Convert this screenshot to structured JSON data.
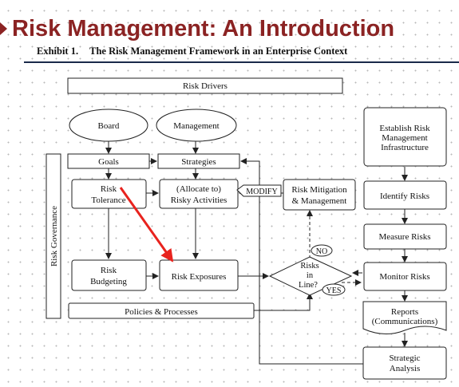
{
  "title": "Risk Management: An Introduction",
  "exhibit": {
    "label": "Exhibit 1.",
    "caption": "The Risk Management Framework in an Enterprise Context"
  },
  "nodes": {
    "risk_drivers": "Risk Drivers",
    "board": "Board",
    "management": "Management",
    "goals": "Goals",
    "strategies": "Strategies",
    "risk_tolerance": [
      "Risk",
      "Tolerance"
    ],
    "allocate": [
      "(Allocate to)",
      "Risky Activities"
    ],
    "modify": "MODIFY",
    "risk_mitigation": [
      "Risk Mitigation",
      "& Management"
    ],
    "risk_budgeting": [
      "Risk",
      "Budgeting"
    ],
    "risk_exposures": "Risk Exposures",
    "risks_in_line": [
      "Risks",
      "in",
      "Line?"
    ],
    "no": "NO",
    "yes": "YES",
    "policies": "Policies & Processes",
    "establish": [
      "Establish Risk",
      "Management",
      "Infrastructure"
    ],
    "identify": "Identify Risks",
    "measure": "Measure Risks",
    "monitor": "Monitor Risks",
    "reports": [
      "Reports",
      "(Communications)"
    ],
    "strategic": [
      "Strategic",
      "Analysis"
    ],
    "risk_governance": "Risk Governance"
  },
  "colors": {
    "title": "#8b2323",
    "rule": "#1a2a4a",
    "pointer_arrow": "#e8231e"
  },
  "icons": {
    "bullet": "triangle-bullet-icon",
    "pointer": "red-pointer-arrow-icon"
  }
}
